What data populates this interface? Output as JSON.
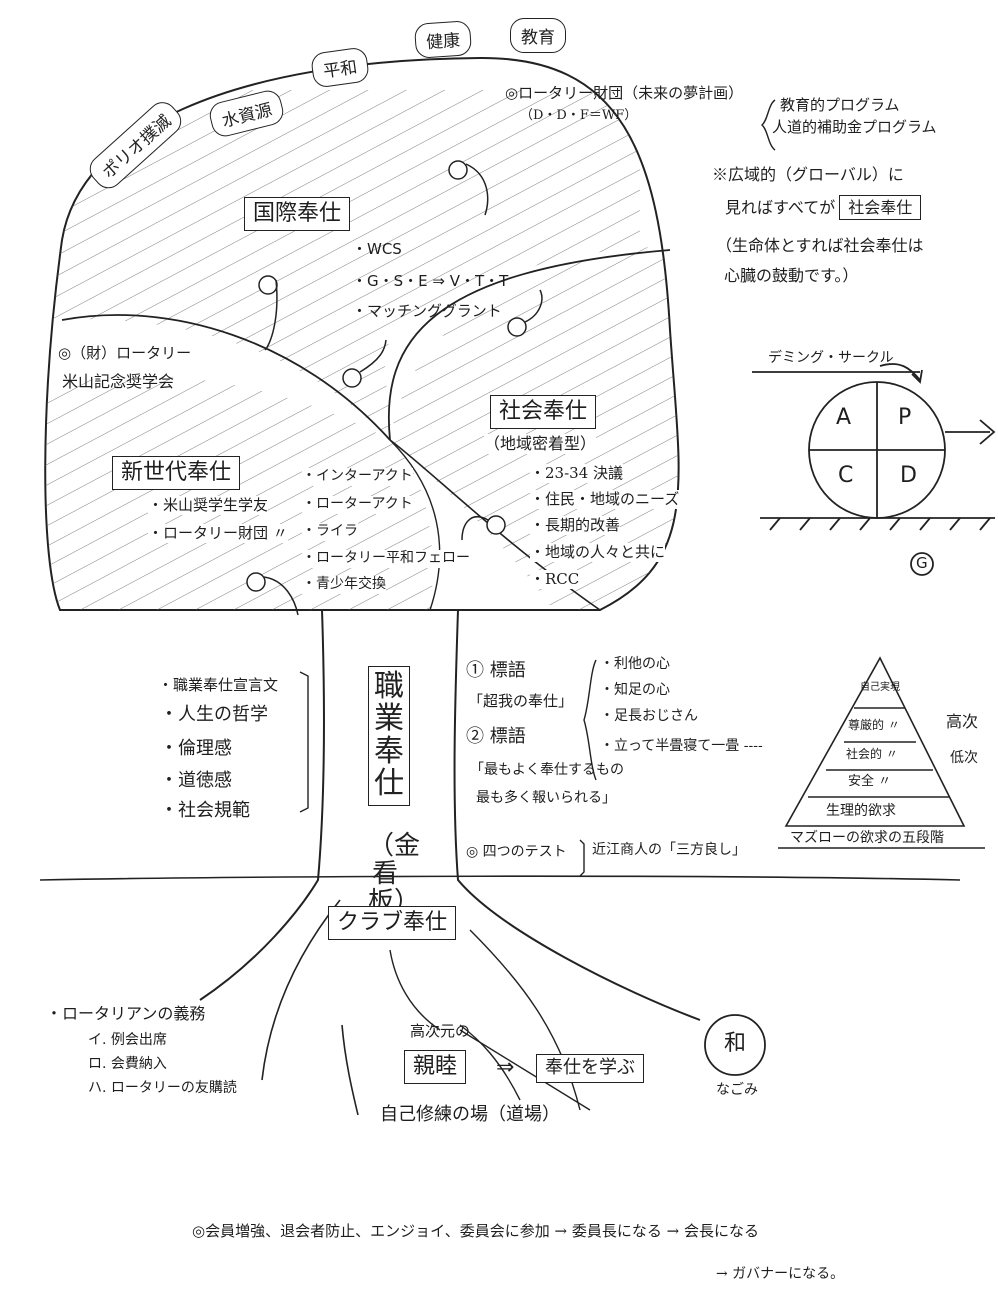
{
  "top_tags": [
    "ポリオ撲滅",
    "水資源",
    "平和",
    "健康",
    "教育"
  ],
  "foundation": {
    "line1": "◎ロータリー財団（未来の夢計画）",
    "line2": "（D・D・F＝WF）",
    "program1": "教育的プログラム",
    "program2": "人道的補助金プログラム"
  },
  "global_note": {
    "line1": "※広域的（グローバル）に",
    "line2_pre": "見ればすべてが",
    "line2_box": "社会奉仕",
    "line3": "（生命体とすれば社会奉仕は",
    "line4": "心臓の鼓動です。）"
  },
  "international": {
    "title": "国際奉仕",
    "items": [
      "・WCS",
      "・G・S・E ⇒ V・T・T",
      "・マッチンググラント"
    ]
  },
  "yoneyama": {
    "line1": "◎（財）ロータリー",
    "line2": "米山記念奨学会"
  },
  "community": {
    "title": "社会奉仕",
    "subtitle": "（地域密着型）",
    "items": [
      "・23-34 決議",
      "・住民・地域のニーズ",
      "・長期的改善",
      "・地域の人々と共に",
      "・RCC"
    ]
  },
  "new_gen": {
    "title": "新世代奉仕",
    "items": [
      "・米山奨学生学友",
      "・ロータリー財団 〃"
    ],
    "items2": [
      "・インターアクト",
      "・ローターアクト",
      "・ライラ",
      "・ロータリー平和フェロー",
      "・青少年交換"
    ]
  },
  "deming": {
    "title": "デミング・サークル",
    "cells": [
      "A",
      "P",
      "C",
      "D"
    ],
    "mark": "G"
  },
  "vocational": {
    "title": "職業奉仕",
    "sub": "（金看板）",
    "left_items": [
      "・職業奉仕宣言文",
      "・人生の哲学",
      "・倫理感",
      "・道徳感",
      "・社会規範"
    ],
    "motto1_label": "① 標語",
    "motto1_text": "「超我の奉仕」",
    "motto2_label": "② 標語",
    "motto2_text1": "「最もよく奉仕するもの",
    "motto2_text2": "最も多く報いられる」",
    "motto_items": [
      "・利他の心",
      "・知足の心",
      "・足長おじさん",
      "・立って半畳寝て一畳 ----"
    ],
    "four_way": "◎ 四つのテスト",
    "omi": "近江商人の「三方良し」"
  },
  "maslow": {
    "levels": [
      "自己実現",
      "尊厳的 〃",
      "社会的 〃",
      "安全 〃",
      "生理的欲求"
    ],
    "high": "高次",
    "low": "低次",
    "caption": "マズローの欲求の五段階"
  },
  "club": {
    "title": "クラブ奉仕",
    "duties_title": "・ロータリアンの義務",
    "duties": [
      "イ. 例会出席",
      "ロ. 会費納入",
      "ハ. ロータリーの友購読"
    ],
    "higher": "高次元の",
    "shinboku": "親睦",
    "arrow": "⇒",
    "learn": "奉仕を学ぶ",
    "dojo": "自己修練の場（道場）",
    "wa": "和",
    "nagomi": "なごみ"
  },
  "bottom": {
    "line1": "◎会員増強、退会者防止、エンジョイ、委員会に参加 → 委員長になる → 会長になる",
    "line2": "→ ガバナーになる。"
  }
}
